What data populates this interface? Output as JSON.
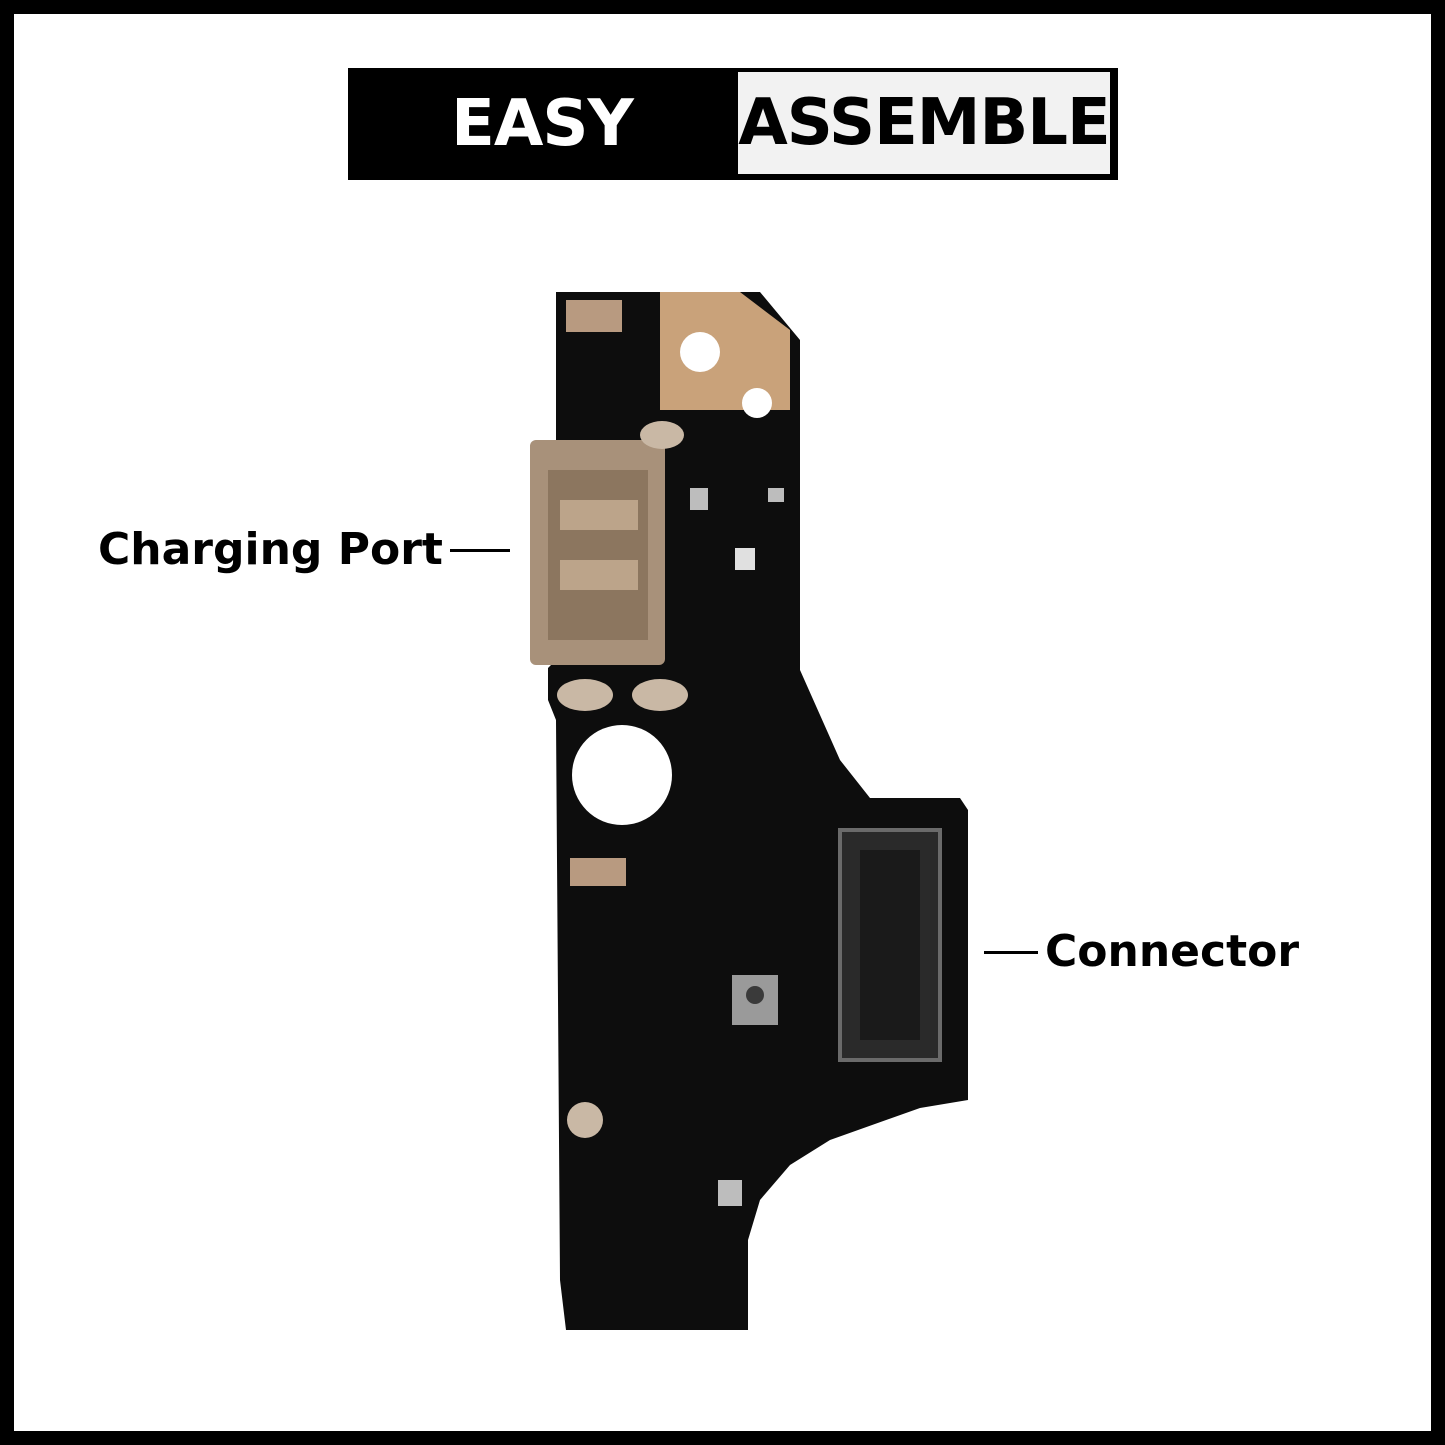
{
  "banner": {
    "left_text": "EASY",
    "right_text": "ASSEMBLE"
  },
  "callouts": {
    "charging_port": "Charging Port",
    "connector": "Connector"
  },
  "colors": {
    "frame": "#000000",
    "pcb": "#0d0d0d",
    "gold_pad": "#c9a27a",
    "usb_port": "#a8917a"
  }
}
